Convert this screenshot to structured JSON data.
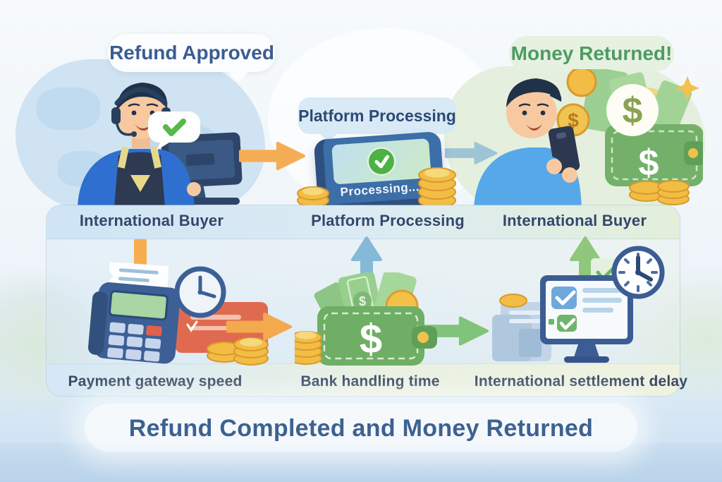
{
  "badges": {
    "refund_approved": "Refund Approved",
    "money_returned": "Money Returned!"
  },
  "top_flow": {
    "platform_bubble": "Platform Processing",
    "card_status": "Processing...",
    "stage_labels": [
      "International Buyer",
      "Platform Processing",
      "International Buyer"
    ]
  },
  "bottom_flow": {
    "factor_labels": [
      "Payment gateway speed",
      "Bank handling time",
      "International settlement delay"
    ]
  },
  "footer": {
    "title": "Refund Completed and Money Returned"
  },
  "icons": {
    "check": "✓",
    "dollar": "$",
    "sparkle": "✦"
  },
  "colors": {
    "approved_text": "#3b5c94",
    "returned_text": "#4d9c60",
    "stage_label_text": "#33476b",
    "title_text": "#3d6191",
    "arrow_orange": "#f5ad55",
    "arrow_blue_gray": "#9ec4d6",
    "arrow_blue": "#85b9d8",
    "arrow_green": "#8cc87e",
    "check_green": "#4db244",
    "coin_gold": "#f2bc45",
    "wallet_green": "#6fae65",
    "device_blue": "#3c5f96"
  }
}
